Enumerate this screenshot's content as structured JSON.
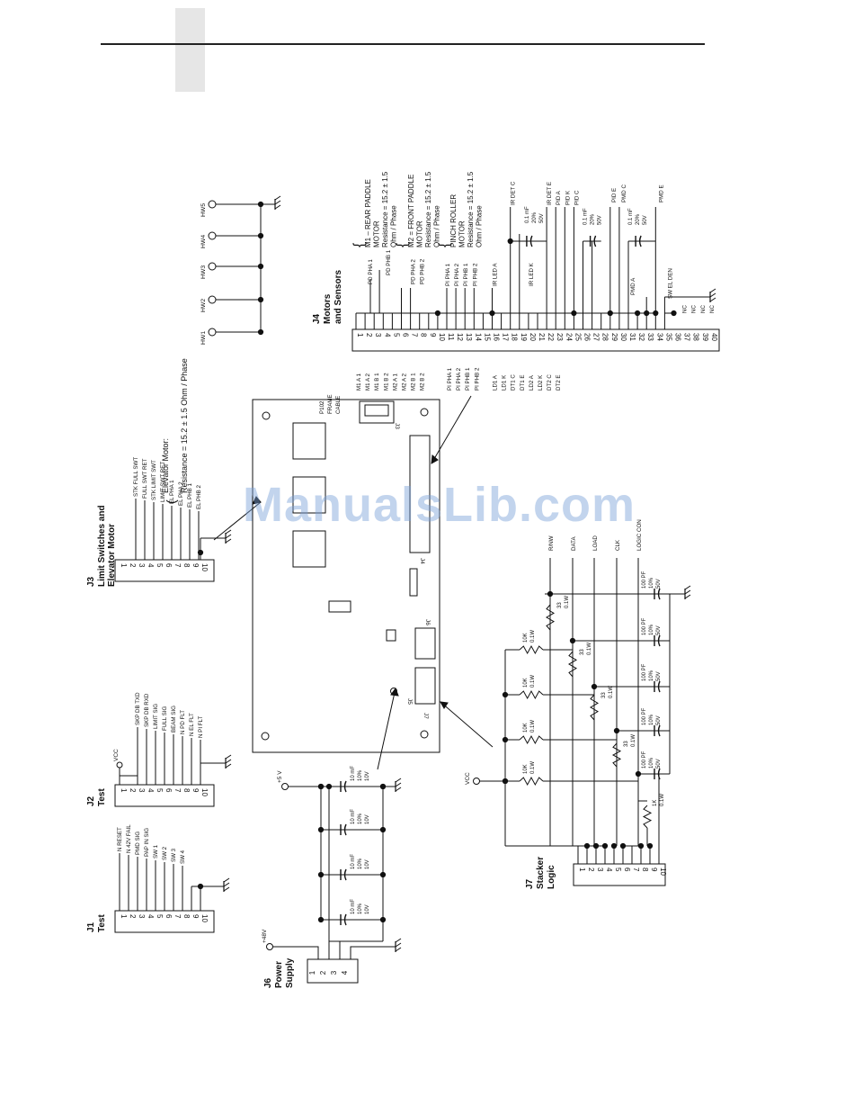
{
  "watermark": "ManualsLib.com",
  "j1": {
    "ref": "J1",
    "name": [
      "Test"
    ],
    "pins": [
      "1",
      "2",
      "3",
      "4",
      "5",
      "6",
      "7",
      "8",
      "9",
      "10"
    ],
    "signals": [
      "N RESET",
      "N 42V FAIL",
      "PMD SIG",
      "PAP IN SIG",
      "SW 1",
      "SW 2",
      "SW 3",
      "SW 4"
    ]
  },
  "j2": {
    "ref": "J2",
    "name": [
      "Test"
    ],
    "vcc": "VCC",
    "pins": [
      "1",
      "2",
      "3",
      "4",
      "5",
      "6",
      "7",
      "8",
      "9",
      "10"
    ],
    "signals": [
      "SKP DB TXD",
      "SKP DB RXD",
      "LIMIT SIG",
      "FULL SIG",
      "BEAM SIG",
      "N PD FLT",
      "N EL FLT",
      "N PI FLT"
    ]
  },
  "j3": {
    "ref": "J3",
    "name": [
      "Limit Switches and",
      "Elevator Motor"
    ],
    "pins": [
      "1",
      "2",
      "3",
      "4",
      "5",
      "6",
      "7",
      "8",
      "9",
      "10"
    ],
    "signals": [
      "STK FULL SWT",
      "FULL SWT RET",
      "STK LIMIT SWT",
      "LIMIT SWT RET",
      "EL PHA 1",
      "EL PHA 2",
      "EL PHB 1",
      "EL PHB 2"
    ],
    "motor_note": [
      "Elevator Motor:",
      "Resistance = 15.2 ± 1.5 Ohm / Phase"
    ]
  },
  "hw": [
    "HW1",
    "HW2",
    "HW3",
    "HW4",
    "HW5"
  ],
  "j4": {
    "ref": "J4",
    "name": [
      "Motors",
      "and Sensors"
    ],
    "pins": [
      "1",
      "2",
      "3",
      "4",
      "5",
      "6",
      "7",
      "8",
      "9",
      "10",
      "11",
      "12",
      "13",
      "14",
      "15",
      "16",
      "17",
      "18",
      "19",
      "20",
      "21",
      "22",
      "23",
      "24",
      "25",
      "26",
      "27",
      "28",
      "29",
      "30",
      "31",
      "32",
      "33",
      "34",
      "35",
      "36",
      "37",
      "38",
      "39",
      "40"
    ],
    "cable_title": [
      "P102",
      "FRAME",
      "CABLE"
    ],
    "cable": [
      "M1 A 1",
      "M1 A 2",
      "M1 B 1",
      "M1 B 2",
      "M2 A 1",
      "M2 A 2",
      "M2 B 1",
      "M2 B 2",
      "",
      "",
      "PI PHA 1",
      "PI PHA 2",
      "PI PHB 1",
      "PI PHB 2",
      "",
      "LD1 A",
      "LD1 K",
      "DT1 C",
      "DT1 E",
      "LD2 A",
      "LD2 K",
      "DT2 C",
      "DT2 E"
    ],
    "signals_top": [
      "PD PHA 1",
      "PD PHB 1",
      "PD PHA 2",
      "PD PHB 2",
      "PI PHA 1",
      "PI PHA 2",
      "PI PHB 1",
      "PI PHB 2",
      "IR LED A",
      "IR LED K",
      "IR DET C",
      "IR DET E",
      "PID A",
      "PID K",
      "PID C",
      "PID E",
      "PMD C",
      "PMD A",
      "PMD E",
      "SW EL DEN"
    ],
    "nc": [
      "NC",
      "NC",
      "NC",
      "NC"
    ],
    "motors": [
      [
        "M1 – REAR PADDLE",
        "MOTOR",
        "Resistance = 15.2 ± 1.5",
        "Ohm / Phase"
      ],
      [
        "M2 = FRONT PADDLE",
        "MOTOR",
        "Resistance = 15.2 ± 1.5",
        "Ohm / Phase"
      ],
      [
        "PINCH ROLLER",
        "MOTOR",
        "Resistance = 15.2 ± 1.5",
        "Ohm / Phase"
      ]
    ],
    "caps": [
      [
        "0.1 mF",
        "20%",
        "50V"
      ],
      [
        "0.1 mF",
        "20%",
        "50V"
      ],
      [
        "0.1 mF",
        "20%",
        "50V"
      ]
    ]
  },
  "board": {
    "labels": [
      "J3",
      "J4",
      "J6",
      "J5",
      "J7"
    ]
  },
  "j6": {
    "ref": "J6",
    "name": [
      "Power",
      "Supply"
    ],
    "v48": "+48V",
    "v5": "+5 V",
    "pins": [
      "1",
      "2",
      "3",
      "4"
    ],
    "caps": [
      [
        "10 mF",
        "10%",
        "10V"
      ],
      [
        "10 mF",
        "10%",
        "10V"
      ],
      [
        "10 mF",
        "10%",
        "10V"
      ],
      [
        "10 mF",
        "10%",
        "10V"
      ]
    ]
  },
  "j7": {
    "ref": "J7",
    "name": [
      "Stacker",
      "Logic"
    ],
    "vcc": "VCC",
    "pins": [
      "1",
      "2",
      "3",
      "4",
      "5",
      "6",
      "7",
      "8",
      "9",
      "10"
    ],
    "signals": [
      "R/NW",
      "DATA",
      "LOAD",
      "CLK",
      "LOGIC CON"
    ],
    "pullups": [
      [
        "10K",
        "0.1W"
      ],
      [
        "10K",
        "0.1W"
      ],
      [
        "10K",
        "0.1W"
      ],
      [
        "10K",
        "0.1W"
      ]
    ],
    "series": [
      [
        "33",
        "0.1W"
      ],
      [
        "33",
        "0.1W"
      ],
      [
        "33",
        "0.1W"
      ],
      [
        "33",
        "0.1W"
      ]
    ],
    "r1k": [
      "1K",
      "0.1W"
    ],
    "caps": [
      [
        "100 PF",
        "10%",
        "50V"
      ],
      [
        "100 PF",
        "10%",
        "50V"
      ],
      [
        "100 PF",
        "10%",
        "50V"
      ],
      [
        "100 PF",
        "10%",
        "50V"
      ],
      [
        "100 PF",
        "10%",
        "50V"
      ]
    ]
  }
}
